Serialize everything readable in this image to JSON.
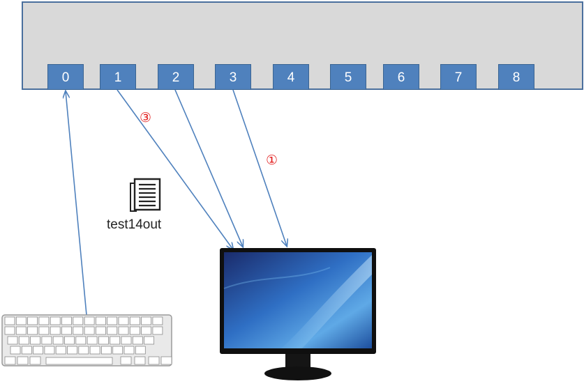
{
  "fd_table": {
    "slots": [
      "0",
      "1",
      "2",
      "3",
      "4",
      "5",
      "6",
      "7",
      "8"
    ]
  },
  "file": {
    "name": "test14out",
    "icon": "document-icon"
  },
  "step_markers": {
    "first": "①",
    "third": "③"
  },
  "devices": {
    "keyboard": "keyboard-icon",
    "monitor": "monitor-icon"
  },
  "colors": {
    "panel": "#d9d9d9",
    "panel_border": "#4a6f9d",
    "slot": "#4f81bd",
    "arrow": "#4f81bd",
    "marker": "#e21b1b"
  }
}
